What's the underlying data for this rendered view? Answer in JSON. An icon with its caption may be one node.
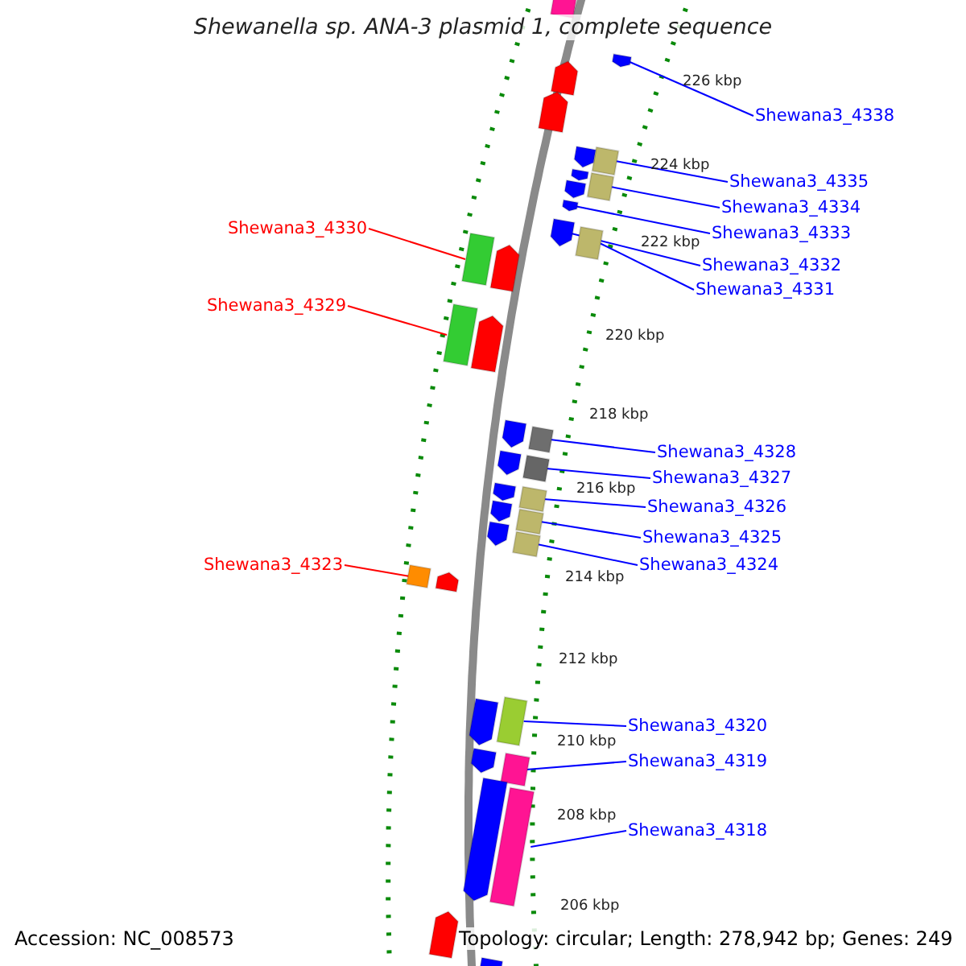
{
  "diagram": {
    "title": "Shewanella sp. ANA-3 plasmid 1, complete sequence",
    "nodes": [
      {
        "text": [
          "Shewana3_4338"
        ]
      },
      {
        "text": [
          "Shewana3_4335"
        ]
      },
      {
        "text": [
          "Shewana3_4334"
        ]
      },
      {
        "text": [
          "Shewana3_4330"
        ]
      },
      {
        "text": [
          "Shewana3_4333"
        ]
      },
      {
        "text": [
          "Shewana3_4332"
        ]
      },
      {
        "text": [
          "Shewana3_4331"
        ]
      },
      {
        "text": [
          "Shewana3_4329"
        ]
      },
      {
        "text": [
          "Shewana3_4328"
        ]
      },
      {
        "text": [
          "Shewana3_4327"
        ]
      },
      {
        "text": [
          "Shewana3_4326"
        ]
      },
      {
        "text": [
          "Shewana3_4325"
        ]
      },
      {
        "text": [
          "Shewana3_4323"
        ]
      },
      {
        "text": [
          "Shewana3_4324"
        ]
      },
      {
        "text": [
          "Shewana3_4320"
        ]
      },
      {
        "text": [
          "Shewana3_4319"
        ]
      },
      {
        "text": [
          "Shewana3_4318"
        ]
      },
      {
        "text": [],
        "shape": "arrow"
      },
      {
        "text": [],
        "shape": "box"
      },
      {
        "text": [],
        "shape": "box"
      },
      {
        "text": [],
        "shape": "box"
      },
      {
        "text": [],
        "shape": "arrow"
      },
      {
        "text": [],
        "shape": "arrow"
      },
      {
        "text": [],
        "shape": "box"
      },
      {
        "text": [],
        "shape": "box"
      },
      {
        "text": [],
        "shape": "box"
      },
      {
        "text": [],
        "shape": "box"
      },
      {
        "text": [],
        "shape": "box"
      },
      {
        "text": [],
        "shape": "box"
      },
      {
        "text": [],
        "shape": "box"
      },
      {
        "text": [],
        "shape": "box"
      },
      {
        "text": [],
        "shape": "box"
      },
      {
        "text": [],
        "shape": "box"
      },
      {
        "text": [],
        "shape": "box"
      },
      {
        "text": [],
        "shape": "box"
      },
      {
        "text": [],
        "shape": "arrow"
      },
      {
        "text": [],
        "shape": "arrow"
      },
      {
        "text": [],
        "shape": "arrow"
      },
      {
        "text": [],
        "shape": "arrow"
      },
      {
        "text": [],
        "shape": "arrow"
      },
      {
        "text": [],
        "shape": "arrow"
      },
      {
        "text": [],
        "shape": "arrow"
      },
      {
        "text": [],
        "shape": "arrow"
      },
      {
        "text": [],
        "shape": "arrow"
      },
      {
        "text": [],
        "shape": "arrow"
      },
      {
        "text": [],
        "shape": "arrow"
      },
      {
        "text": [],
        "shape": "arrow"
      },
      {
        "text": [],
        "shape": "arrow"
      },
      {
        "text": [],
        "shape": "arrow"
      },
      {
        "text": [],
        "shape": "arrow"
      },
      {
        "text": [],
        "shape": "arrow"
      },
      {
        "text": [],
        "shape": "arrow"
      },
      {
        "text": [],
        "shape": "box"
      }
    ],
    "edges": [
      {
        "from": 0,
        "to": 17,
        "arrow": "none"
      },
      {
        "from": 1,
        "to": 18,
        "arrow": "none"
      },
      {
        "from": 2,
        "to": 19,
        "arrow": "none"
      },
      {
        "from": 3,
        "to": 20,
        "arrow": "none",
        "color": "#ff0000"
      },
      {
        "from": 4,
        "to": 21,
        "arrow": "none"
      },
      {
        "from": 5,
        "to": 22,
        "arrow": "none"
      },
      {
        "from": 6,
        "to": 23,
        "arrow": "none"
      },
      {
        "from": 7,
        "to": 24,
        "arrow": "none",
        "color": "#ff0000"
      },
      {
        "from": 8,
        "to": 25,
        "arrow": "none"
      },
      {
        "from": 9,
        "to": 26,
        "arrow": "none"
      },
      {
        "from": 10,
        "to": 27,
        "arrow": "none"
      },
      {
        "from": 11,
        "to": 28,
        "arrow": "none"
      },
      {
        "from": 12,
        "to": 29,
        "arrow": "none",
        "color": "#ff0000"
      },
      {
        "from": 13,
        "to": 30,
        "arrow": "none"
      },
      {
        "from": 14,
        "to": 31,
        "arrow": "none"
      },
      {
        "from": 15,
        "to": 32,
        "arrow": "none"
      },
      {
        "from": 16,
        "to": 33,
        "arrow": "none"
      }
    ],
    "labels": [
      "226 kbp",
      "224 kbp",
      "222 kbp",
      "220 kbp",
      "218 kbp",
      "216 kbp",
      "214 kbp",
      "212 kbp",
      "210 kbp",
      "208 kbp",
      "206 kbp",
      "Accession: NC_008573",
      "Topology: circular; Length: 278,942 bp; Genes: 249"
    ]
  }
}
